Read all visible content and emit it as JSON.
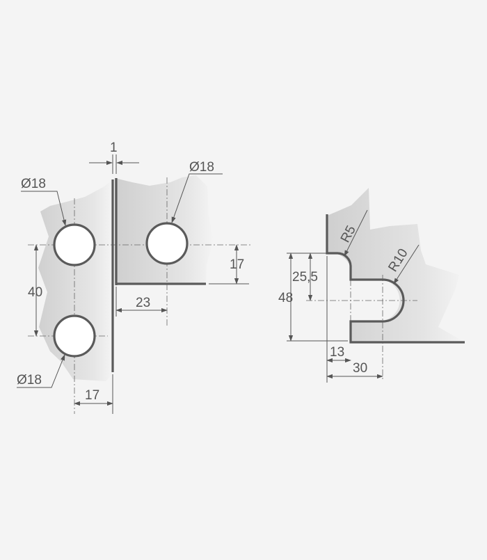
{
  "drawing": {
    "left_view": {
      "hole_top_left_label": "Ø18",
      "hole_top_right_label": "Ø18",
      "hole_bottom_left_label": "Ø18",
      "plate_thickness_label": "1",
      "vertical_spacing_label": "40",
      "right_hole_height_label": "17",
      "right_hole_offset_label": "23",
      "left_hole_offset_label": "17"
    },
    "right_view": {
      "radius_small_label": "R5",
      "radius_large_label": "R10",
      "height_inner_label": "25,5",
      "height_total_label": "48",
      "width_inner_label": "13",
      "width_total_label": "30"
    },
    "colors": {
      "stroke": "#5a5a5a",
      "shade": "#d2d2d2",
      "background": "#f4f4f4"
    }
  }
}
